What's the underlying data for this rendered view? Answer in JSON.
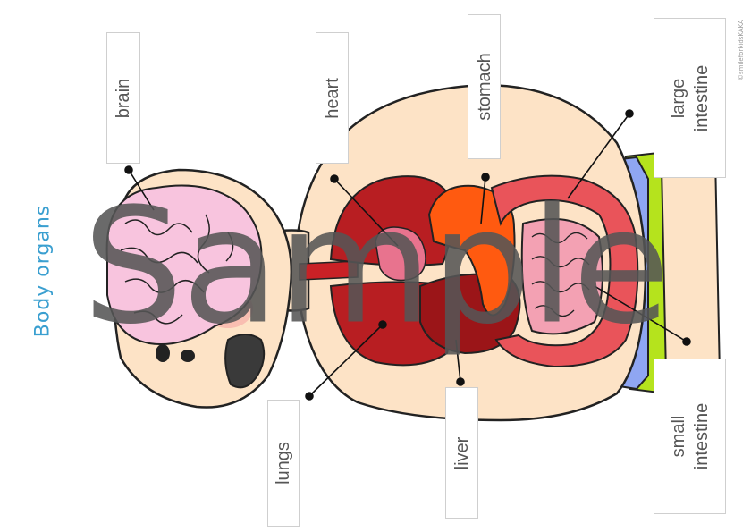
{
  "title": "Body organs",
  "credit": "©smileforkidsKAKA",
  "watermark": "Sample",
  "labels": {
    "brain": "brain",
    "heart": "heart",
    "stomach": "stomach",
    "large_intestine": "large\nintestine",
    "lungs": "lungs",
    "liver": "liver",
    "small_intestine": "small\nintestine"
  },
  "colors": {
    "skin": "#fde3c6",
    "brain": "#f8c4de",
    "heart": "#e8738e",
    "lungs": "#b81e22",
    "liver": "#9b1518",
    "stomach": "#ff5a10",
    "large_intestine": "#e9545a",
    "small_intestine": "#f3a1b3",
    "pants_green": "#b5e31d",
    "pants_blue": "#8fa6f2",
    "title": "#3a9fd0"
  }
}
